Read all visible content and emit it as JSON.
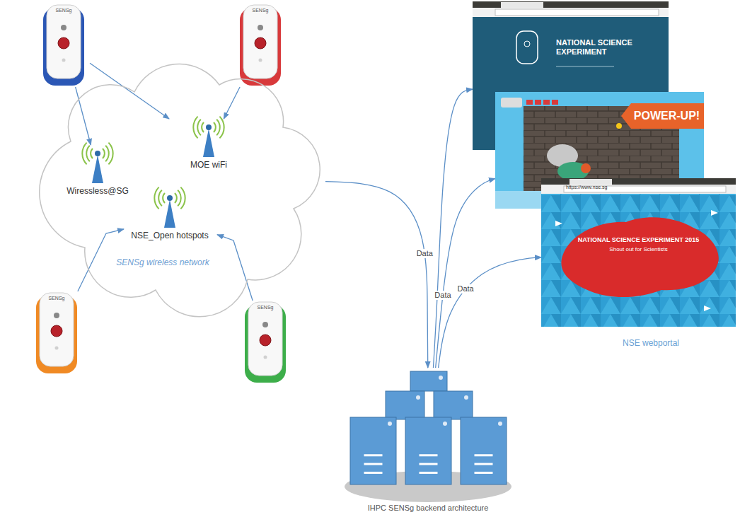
{
  "diagram": {
    "nodes": [
      {
        "text": [
          "SENSg"
        ]
      },
      {
        "text": [
          "SENSg"
        ]
      },
      {
        "text": [
          "SENSg wireless network"
        ]
      },
      {
        "text": [
          "Wiressless@SG"
        ],
        "in": 2
      },
      {
        "text": [
          "MOE wiFi"
        ],
        "in": 2
      },
      {
        "text": [
          "NSE_Open hotspots"
        ],
        "in": 2
      },
      {
        "text": [
          "SENSg"
        ]
      },
      {
        "text": [
          "SENSg"
        ]
      },
      {
        "text": [
          "NATIONAL SCIENCE EXPERIMENT"
        ]
      },
      {
        "text": [
          "POWER-UP!"
        ]
      },
      {
        "text": [
          "NATIONAL SCIENCE EXPERIMENT 2015",
          "Shout out for Scientists"
        ]
      },
      {
        "text": [
          "IHPC SENSg backend architecture"
        ]
      }
    ],
    "edges": [
      {
        "from": 0,
        "to": 3,
        "arrow": "to"
      },
      {
        "from": 0,
        "to": 4,
        "arrow": "to"
      },
      {
        "from": 1,
        "to": 4,
        "arrow": "to"
      },
      {
        "from": 6,
        "to": 5,
        "arrow": "to"
      },
      {
        "from": 7,
        "to": 5,
        "arrow": "to"
      },
      {
        "from": 2,
        "to": 11,
        "label": "Data",
        "arrow": "to"
      },
      {
        "from": 11,
        "to": 8,
        "arrow": "to"
      },
      {
        "from": 11,
        "to": 9,
        "label": "Data",
        "arrow": "to"
      },
      {
        "from": 11,
        "to": 10,
        "label": "Data",
        "arrow": "to"
      }
    ],
    "labels": [
      "NSE webportal",
      "https://www.nse.sg"
    ]
  }
}
